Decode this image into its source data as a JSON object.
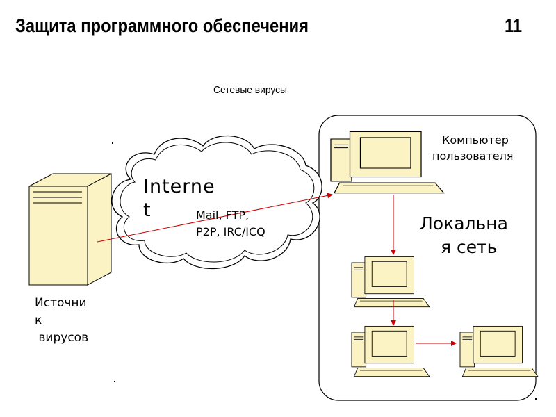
{
  "header": {
    "title": "Защита программного обеспечения",
    "page_number": "11"
  },
  "subtitle": "Сетевые вирусы",
  "diagram": {
    "internet_label_line1": "Interne",
    "internet_label_line2": "t",
    "protocols_line1": "Mail, FTP,",
    "protocols_line2": "P2P, IRC/ICQ",
    "user_computer_line1": "Компьютер",
    "user_computer_line2": "пользователя",
    "lan_line1": "Локальна",
    "lan_line2": "я сеть",
    "source_line1": "Источни",
    "source_line2": "к",
    "source_line3": " вирусов"
  },
  "colors": {
    "arrow": "#cc0000",
    "device_fill": "#fbf3c4",
    "cloud_fill": "#ffffff",
    "line": "#000000"
  }
}
